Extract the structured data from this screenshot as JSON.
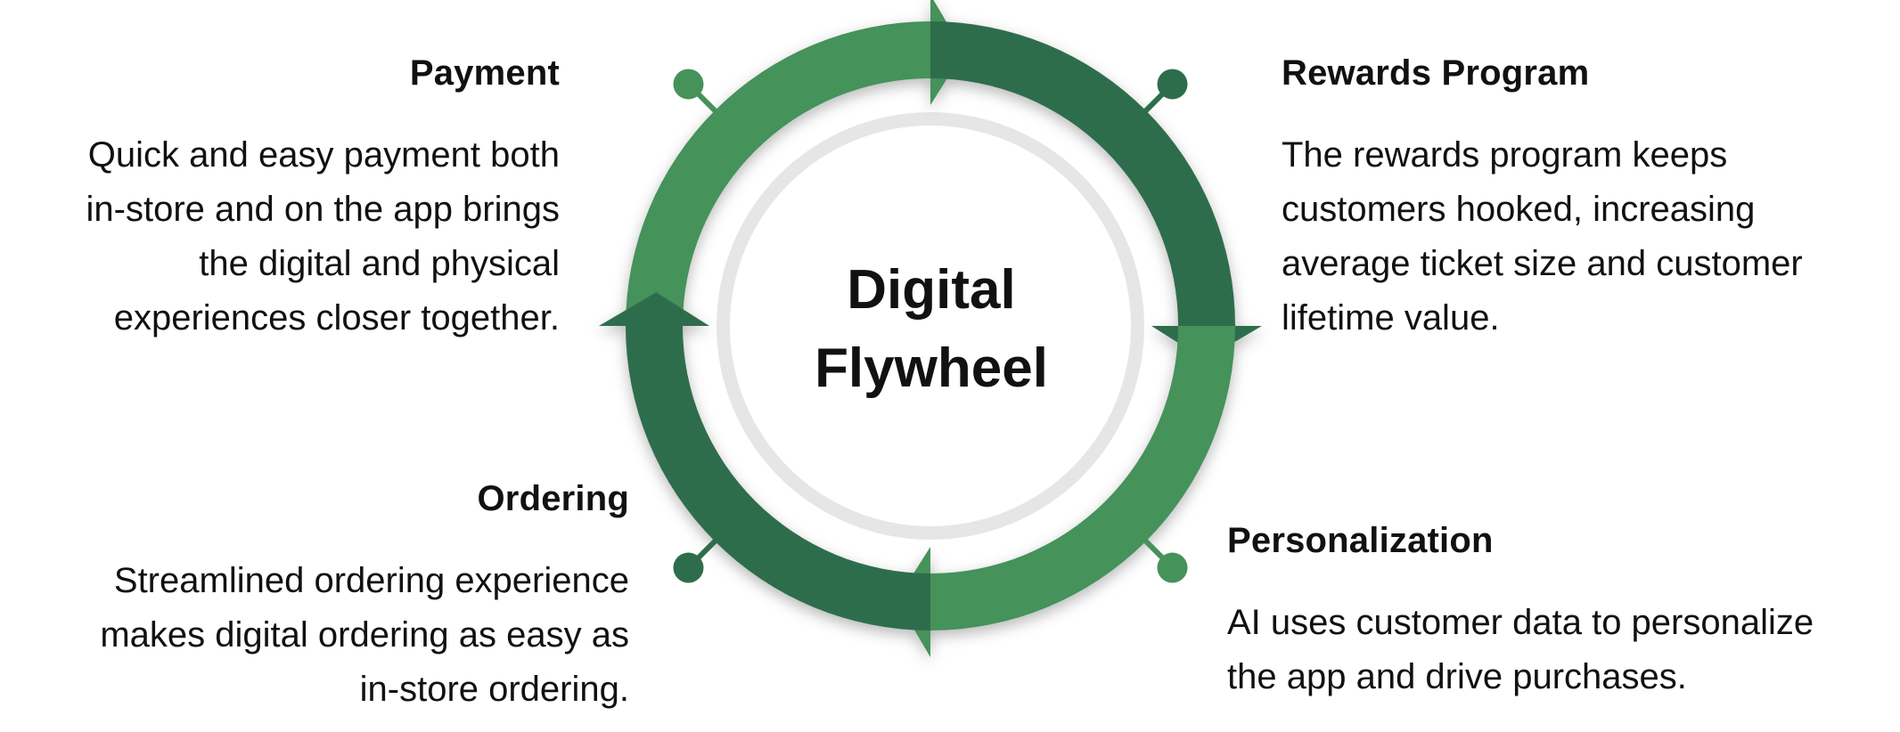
{
  "center": {
    "line1": "Digital",
    "line2": "Flywheel"
  },
  "colors": {
    "light_green": "#45925A",
    "dark_green": "#2E6D4C",
    "inner_gray": "#E6E6E6"
  },
  "blocks": {
    "payment": {
      "title": "Payment",
      "lines": [
        "Quick and easy payment both",
        "in-store and on the app brings",
        "the digital and physical",
        "experiences closer together."
      ]
    },
    "rewards": {
      "title": "Rewards Program",
      "lines": [
        "The rewards program keeps",
        "customers hooked, increasing",
        "average ticket size and customer",
        "lifetime value."
      ]
    },
    "ordering": {
      "title": "Ordering",
      "lines": [
        "Streamlined ordering experience",
        "makes digital ordering as easy as",
        "in-store ordering."
      ]
    },
    "personalization": {
      "title": "Personalization",
      "lines": [
        "AI uses customer data to personalize",
        "the app and drive purchases."
      ]
    }
  }
}
